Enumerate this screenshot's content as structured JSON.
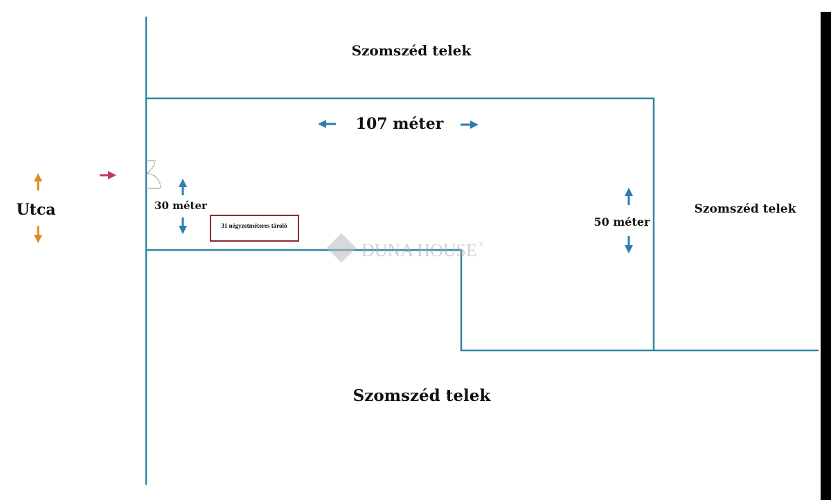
{
  "labels": {
    "neighbor_top": "Szomszéd telek",
    "neighbor_right": "Szomszéd telek",
    "neighbor_bottom": "Szomszéd telek",
    "street": "Utca",
    "width": "107 méter",
    "depth_left": "30 méter",
    "depth_right": "50 méter",
    "storage": "31 négyzetméteres tároló"
  },
  "watermark": {
    "text": "DUNA HOUSE",
    "mark": "®"
  },
  "colors": {
    "boundary": "#2f86a2",
    "arrow_blue": "#2a7fae",
    "arrow_orange": "#e08a1a",
    "arrow_red": "#c8365a",
    "storage_border": "#8b2b2b"
  }
}
